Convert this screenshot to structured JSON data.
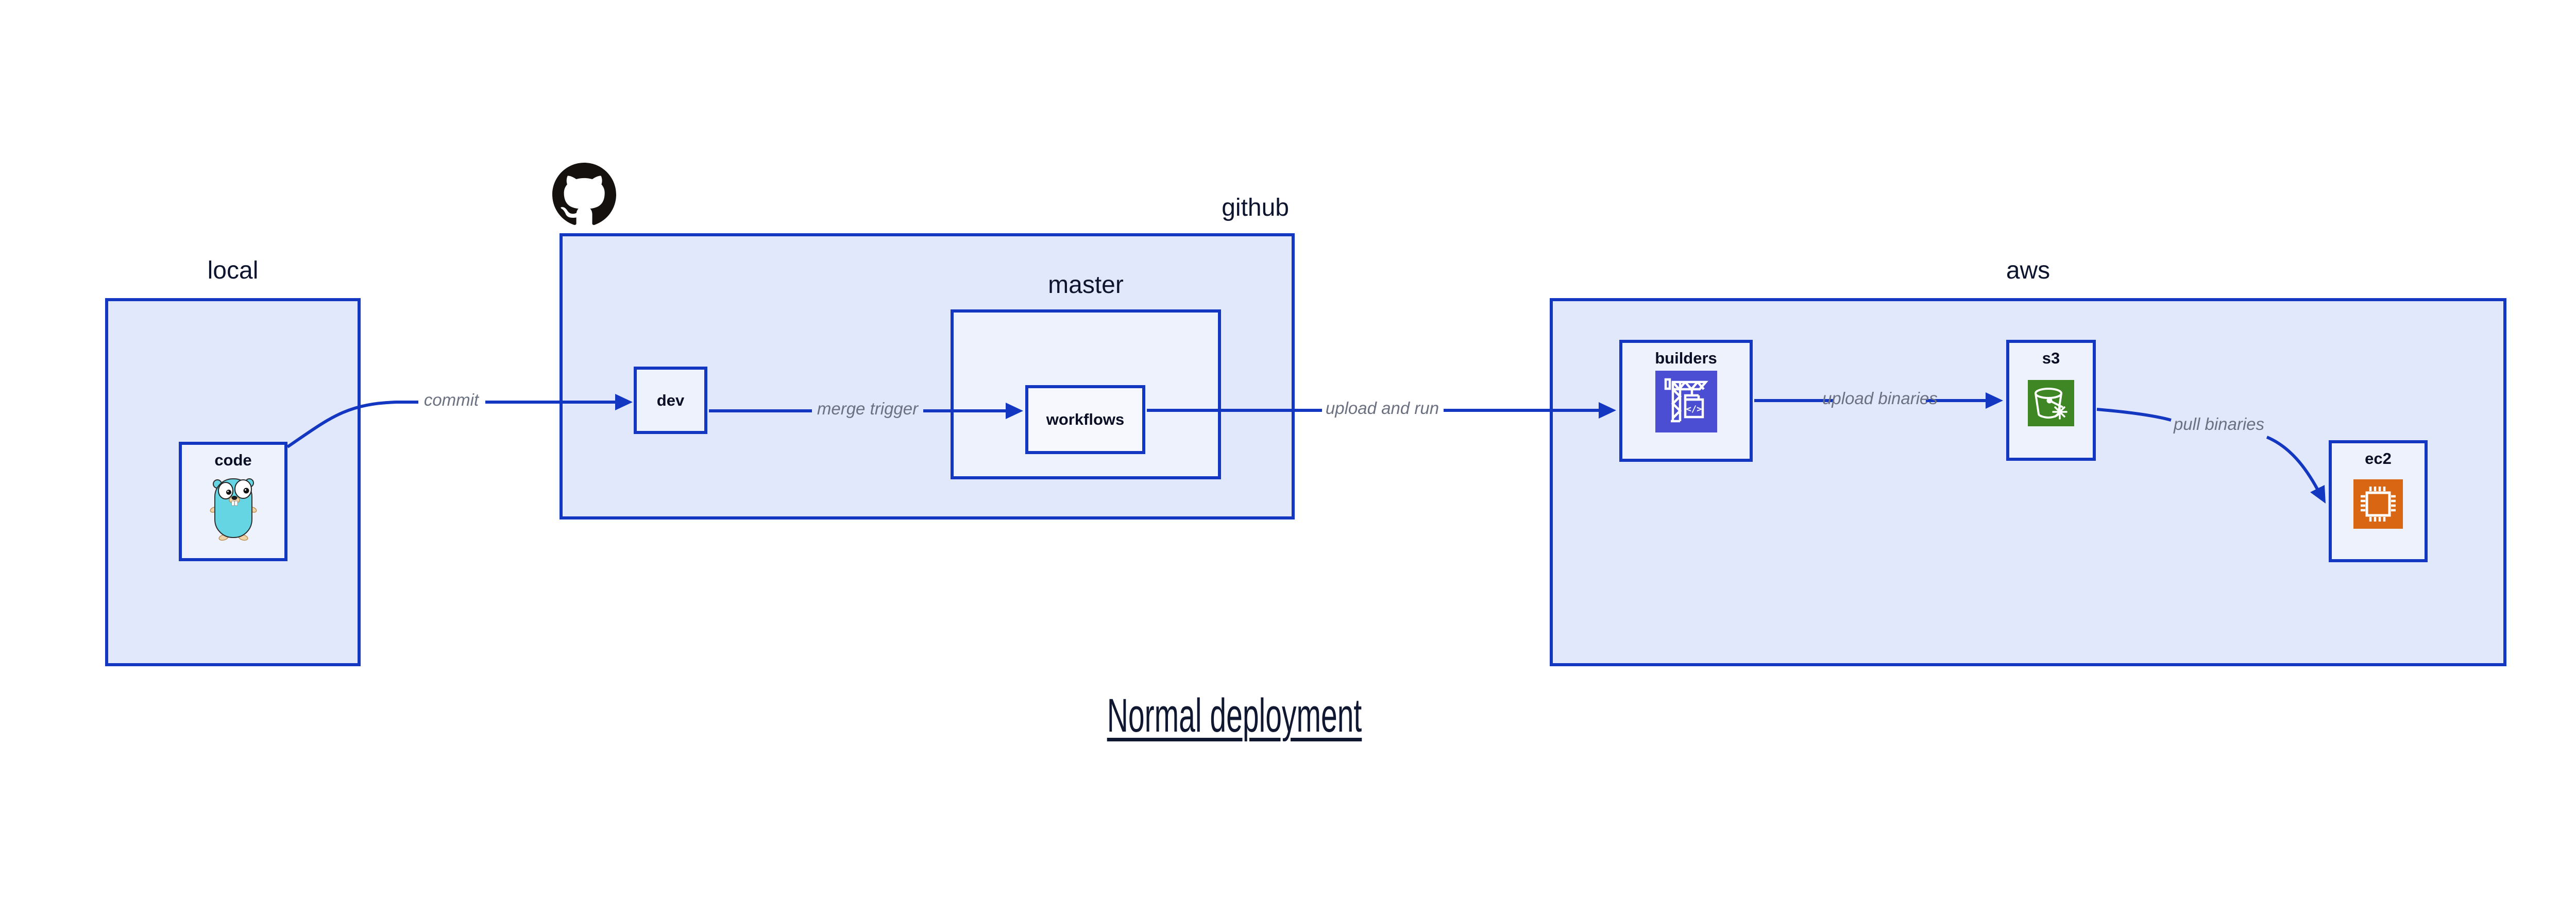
{
  "title": "Normal deployment",
  "theme": {
    "stroke_blue": "#1337c0",
    "container_fill": "#e2e8fb",
    "node_fill": "#eef2fd",
    "inner_node_fill": "#f6f8fe",
    "label_dark": "#0d142e",
    "edge_label_gray": "#6b7180",
    "codebuild_purple": "#4b4ed2",
    "s3_green": "#3f8624",
    "ec2_orange": "#d86613",
    "gopher_teal": "#66d5e3",
    "github_black": "#15110e"
  },
  "containers": {
    "local": {
      "label": "local"
    },
    "github": {
      "label": "github",
      "icon": "github-octocat-icon"
    },
    "master": {
      "label": "master"
    },
    "aws": {
      "label": "aws"
    }
  },
  "nodes": {
    "code": {
      "label": "code",
      "icon": "go-gopher-icon"
    },
    "dev": {
      "label": "dev"
    },
    "workflows": {
      "label": "workflows"
    },
    "builders": {
      "label": "builders",
      "icon": "aws-codebuild-icon"
    },
    "s3": {
      "label": "s3",
      "icon": "aws-s3-glacier-icon"
    },
    "ec2": {
      "label": "ec2",
      "icon": "aws-ec2-chip-icon"
    }
  },
  "edges": [
    {
      "from": "local.code",
      "to": "github.dev",
      "label": "commit"
    },
    {
      "from": "github.dev",
      "to": "github.master.workflows",
      "label": "merge trigger"
    },
    {
      "from": "github.master.workflows",
      "to": "aws.builders",
      "label": "upload and run"
    },
    {
      "from": "aws.builders",
      "to": "aws.s3",
      "label": "upload binaries"
    },
    {
      "from": "aws.s3",
      "to": "aws.ec2",
      "label": "pull binaries"
    }
  ]
}
